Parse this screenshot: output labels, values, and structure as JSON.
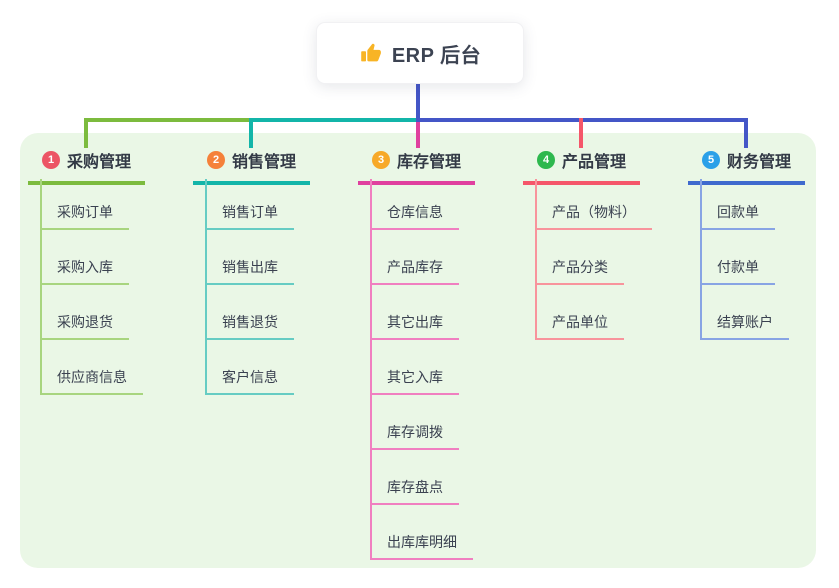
{
  "root": {
    "icon": "thumbs-up-icon",
    "label": "ERP 后台",
    "connector_color": "#4456c7",
    "icon_color": "#f8b425"
  },
  "panel_bg": "#eaf7e6",
  "branches": [
    {
      "number": "1",
      "title": "采购管理",
      "badge_color": "#ec5565",
      "line_color": "#7cbb3e",
      "child_line_color": "#a8d57f",
      "children": [
        "采购订单",
        "采购入库",
        "采购退货",
        "供应商信息"
      ]
    },
    {
      "number": "2",
      "title": "销售管理",
      "badge_color": "#f5813a",
      "line_color": "#13b5a9",
      "child_line_color": "#66ccc3",
      "children": [
        "销售订单",
        "销售出库",
        "销售退货",
        "客户信息"
      ]
    },
    {
      "number": "3",
      "title": "库存管理",
      "badge_color": "#f7a928",
      "line_color": "#e0409f",
      "child_line_color": "#f07fc0",
      "children": [
        "仓库信息",
        "产品库存",
        "其它出库",
        "其它入库",
        "库存调拨",
        "库存盘点",
        "出库库明细"
      ]
    },
    {
      "number": "4",
      "title": "产品管理",
      "badge_color": "#2eb84e",
      "line_color": "#f5566a",
      "child_line_color": "#f8949c",
      "children": [
        "产品（物料）",
        "产品分类",
        "产品单位"
      ]
    },
    {
      "number": "5",
      "title": "财务管理",
      "badge_color": "#2ba0e8",
      "line_color": "#3f6ace",
      "child_line_color": "#88a4e4",
      "children": [
        "回款单",
        "付款单",
        "结算账户"
      ]
    }
  ]
}
